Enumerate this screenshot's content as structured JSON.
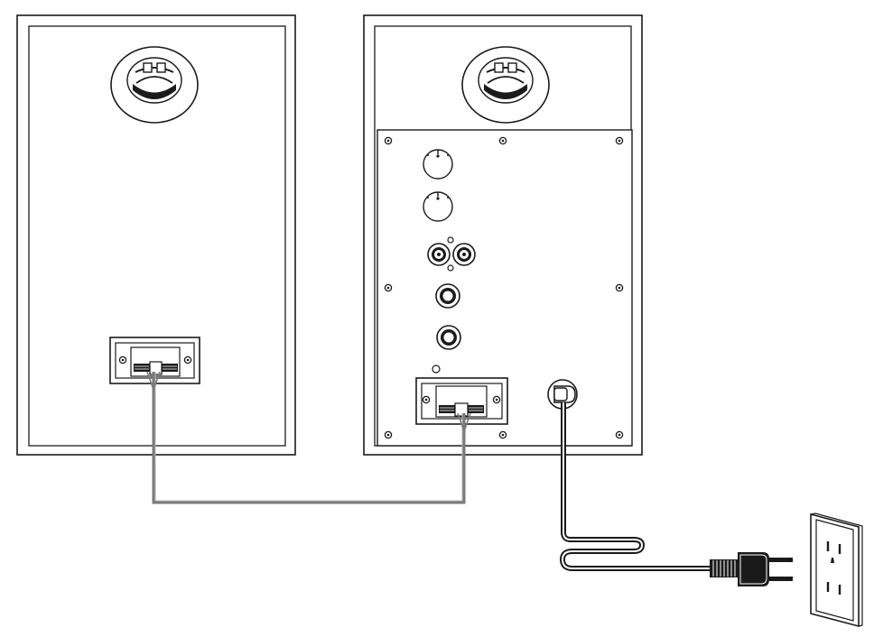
{
  "diagram": {
    "kind": "speaker-connection-diagram",
    "components": [
      {
        "name": "passive-speaker",
        "icon": "passive-speaker-rear-icon"
      },
      {
        "name": "active-speaker",
        "icon": "active-speaker-rear-icon"
      },
      {
        "name": "speaker-wire",
        "icon": "speaker-wire-icon"
      },
      {
        "name": "power-cord",
        "icon": "power-cord-icon"
      },
      {
        "name": "wall-outlet",
        "icon": "wall-outlet-icon"
      }
    ],
    "colors": {
      "line": "#1a1a1a",
      "wire": "#7a7a7a",
      "background": "#ffffff"
    }
  }
}
